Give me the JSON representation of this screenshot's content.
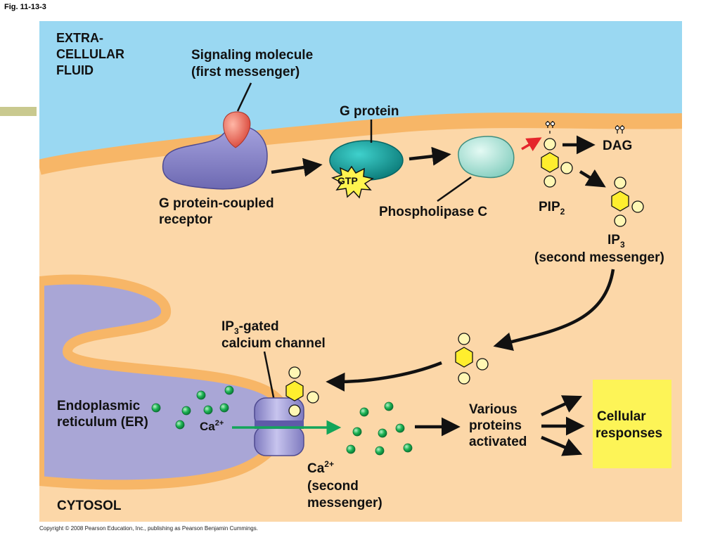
{
  "figure": {
    "fig_label": "Fig. 11-13-3",
    "copyright": "Copyright © 2008 Pearson Education, Inc., publishing as Pearson Benjamin Cummings."
  },
  "labels": {
    "extracellular_1": "EXTRA-",
    "extracellular_2": "CELLULAR",
    "extracellular_3": "FLUID",
    "signaling_1": "Signaling molecule",
    "signaling_2": "(first messenger)",
    "g_protein": "G protein",
    "gtp": "GTP",
    "gpcr_1": "G protein-coupled",
    "gpcr_2": "receptor",
    "phospholipase": "Phospholipase C",
    "dag": "DAG",
    "pip": "PIP",
    "pip_sub": "2",
    "ip3": "IP",
    "ip3_sub": "3",
    "ip3_desc": "(second messenger)",
    "channel_1a": "IP",
    "channel_1sub": "3",
    "channel_1b": "-gated",
    "channel_2": "calcium channel",
    "er_1": "Endoplasmic",
    "er_2": "reticulum (ER)",
    "ca_er": "Ca",
    "ca_er_sup": "2+",
    "ca_cyto": "Ca",
    "ca_cyto_sup": "2+",
    "ca_desc_1": "(second",
    "ca_desc_2": "messenger)",
    "various_1": "Various",
    "various_2": "proteins",
    "various_3": "activated",
    "cellular_1": "Cellular",
    "cellular_2": "responses",
    "cytosol": "CYTOSOL"
  },
  "colors": {
    "extracellular": "#9ad8f2",
    "membrane": "#f7b667",
    "cytosol": "#fcd7a8",
    "er": "#a9a6d6",
    "receptor": "#8683c8",
    "signal": "#e86a55",
    "g_protein": "#13a2a0",
    "phospholipase": "#a8e2d6",
    "gtp_burst": "#fff44f",
    "ip3": "#ffee2e",
    "calcium": "#1db455",
    "response_box": "#fdf457",
    "red_arrow": "#e5262b",
    "green_arrow": "#13a55a"
  }
}
